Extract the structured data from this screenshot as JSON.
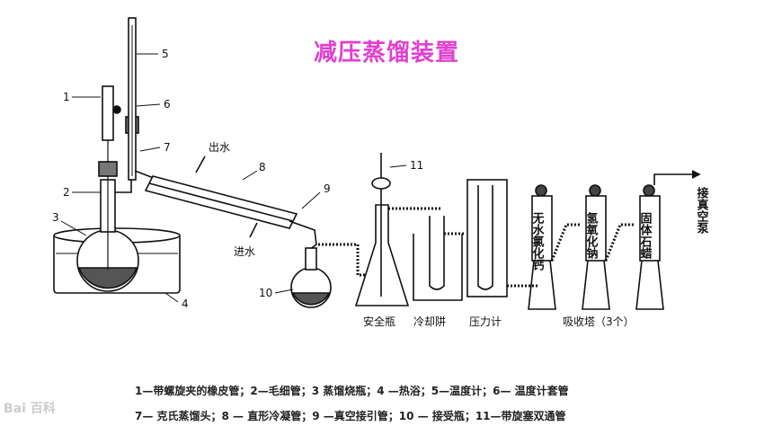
{
  "title": "减压蒸馏装置",
  "numbers": [
    "1",
    "2",
    "3",
    "4",
    "5",
    "6",
    "7",
    "8",
    "9",
    "10",
    "11"
  ],
  "water": {
    "out": "出水",
    "in": "进水"
  },
  "bottom_labels": {
    "safety": "安全瓶",
    "trap": "冷却阱",
    "gauge": "压力计",
    "towers": "吸收塔（3个）"
  },
  "towers": [
    "无水氯化钙",
    "氢氧化钠",
    "固体石蜡"
  ],
  "pump": "接真空泵",
  "caption": {
    "line1": "1—带螺旋夹的橡皮管；2—毛细管；3 蒸馏烧瓶；4 —热浴；5—温度计；6— 温度计套管",
    "line2": "7— 克氏蒸馏头；8 — 直形冷凝管；9 —真空接引管；10 — 接受瓶；11—带旋塞双通管"
  },
  "watermark": "Bai 百科"
}
